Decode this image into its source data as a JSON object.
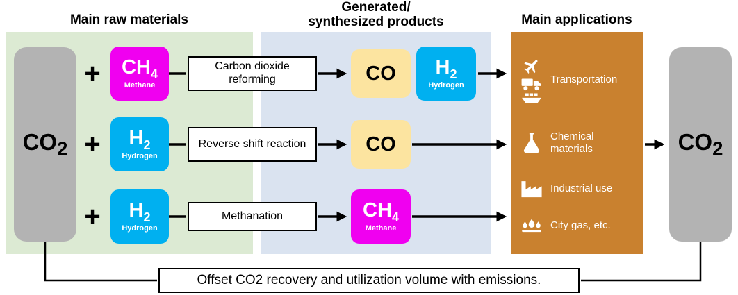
{
  "headers": {
    "raw_materials": "Main raw materials",
    "products_line1": "Generated/",
    "products_line2": "synthesized products",
    "applications": "Main applications"
  },
  "plus": "+",
  "co2_left": {
    "formula": "CO",
    "sub": "2"
  },
  "co2_right": {
    "formula": "CO",
    "sub": "2"
  },
  "rows": [
    {
      "reactant": {
        "formula": "CH",
        "sub": "4",
        "caption": "Methane"
      },
      "reaction": "Carbon dioxide reforming",
      "product1": {
        "formula": "CO"
      },
      "product2": {
        "formula": "H",
        "sub": "2",
        "caption": "Hydrogen"
      }
    },
    {
      "reactant": {
        "formula": "H",
        "sub": "2",
        "caption": "Hydrogen"
      },
      "reaction": "Reverse shift reaction",
      "product1": {
        "formula": "CO"
      }
    },
    {
      "reactant": {
        "formula": "H",
        "sub": "2",
        "caption": "Hydrogen"
      },
      "reaction": "Methanation",
      "product1": {
        "formula": "CH",
        "sub": "4",
        "caption": "Methane"
      }
    }
  ],
  "applications": [
    {
      "label": "Transportation",
      "icons": [
        "airplane-icon",
        "truck-icon",
        "cargo-ship-icon"
      ]
    },
    {
      "label": "Chemical materials",
      "icons": [
        "flask-icon"
      ]
    },
    {
      "label": "Industrial use",
      "icons": [
        "factory-icon"
      ]
    },
    {
      "label": "City gas, etc.",
      "icons": [
        "gas-flame-icon"
      ]
    }
  ],
  "note": "Offset CO2 recovery and utilization volume with emissions.",
  "colors": {
    "methane_magenta": "#f000f0",
    "hydrogen_cyan": "#00b0f0",
    "product_yellow": "#fce4a0",
    "panel_green": "#dcead3",
    "panel_blue": "#dae3f0",
    "panel_orange": "#c9812f",
    "co2_gray": "#b3b3b3"
  }
}
